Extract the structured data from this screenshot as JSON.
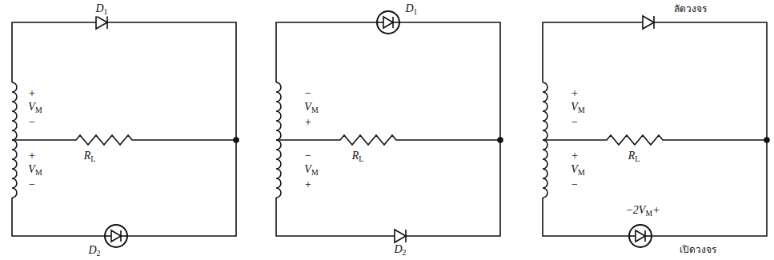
{
  "diagram": {
    "labels": [
      "D1",
      "+",
      "VM",
      "−",
      "RL",
      "+",
      "VM",
      "−",
      "D2",
      "D1",
      "−",
      "VM",
      "+",
      "RL",
      "−",
      "VM",
      "+",
      "D2",
      "ลัดวงจร",
      "+",
      "VM",
      "−",
      "RL",
      "+",
      "VM",
      "−",
      "−2VM+",
      "เปิดวงจร"
    ]
  }
}
